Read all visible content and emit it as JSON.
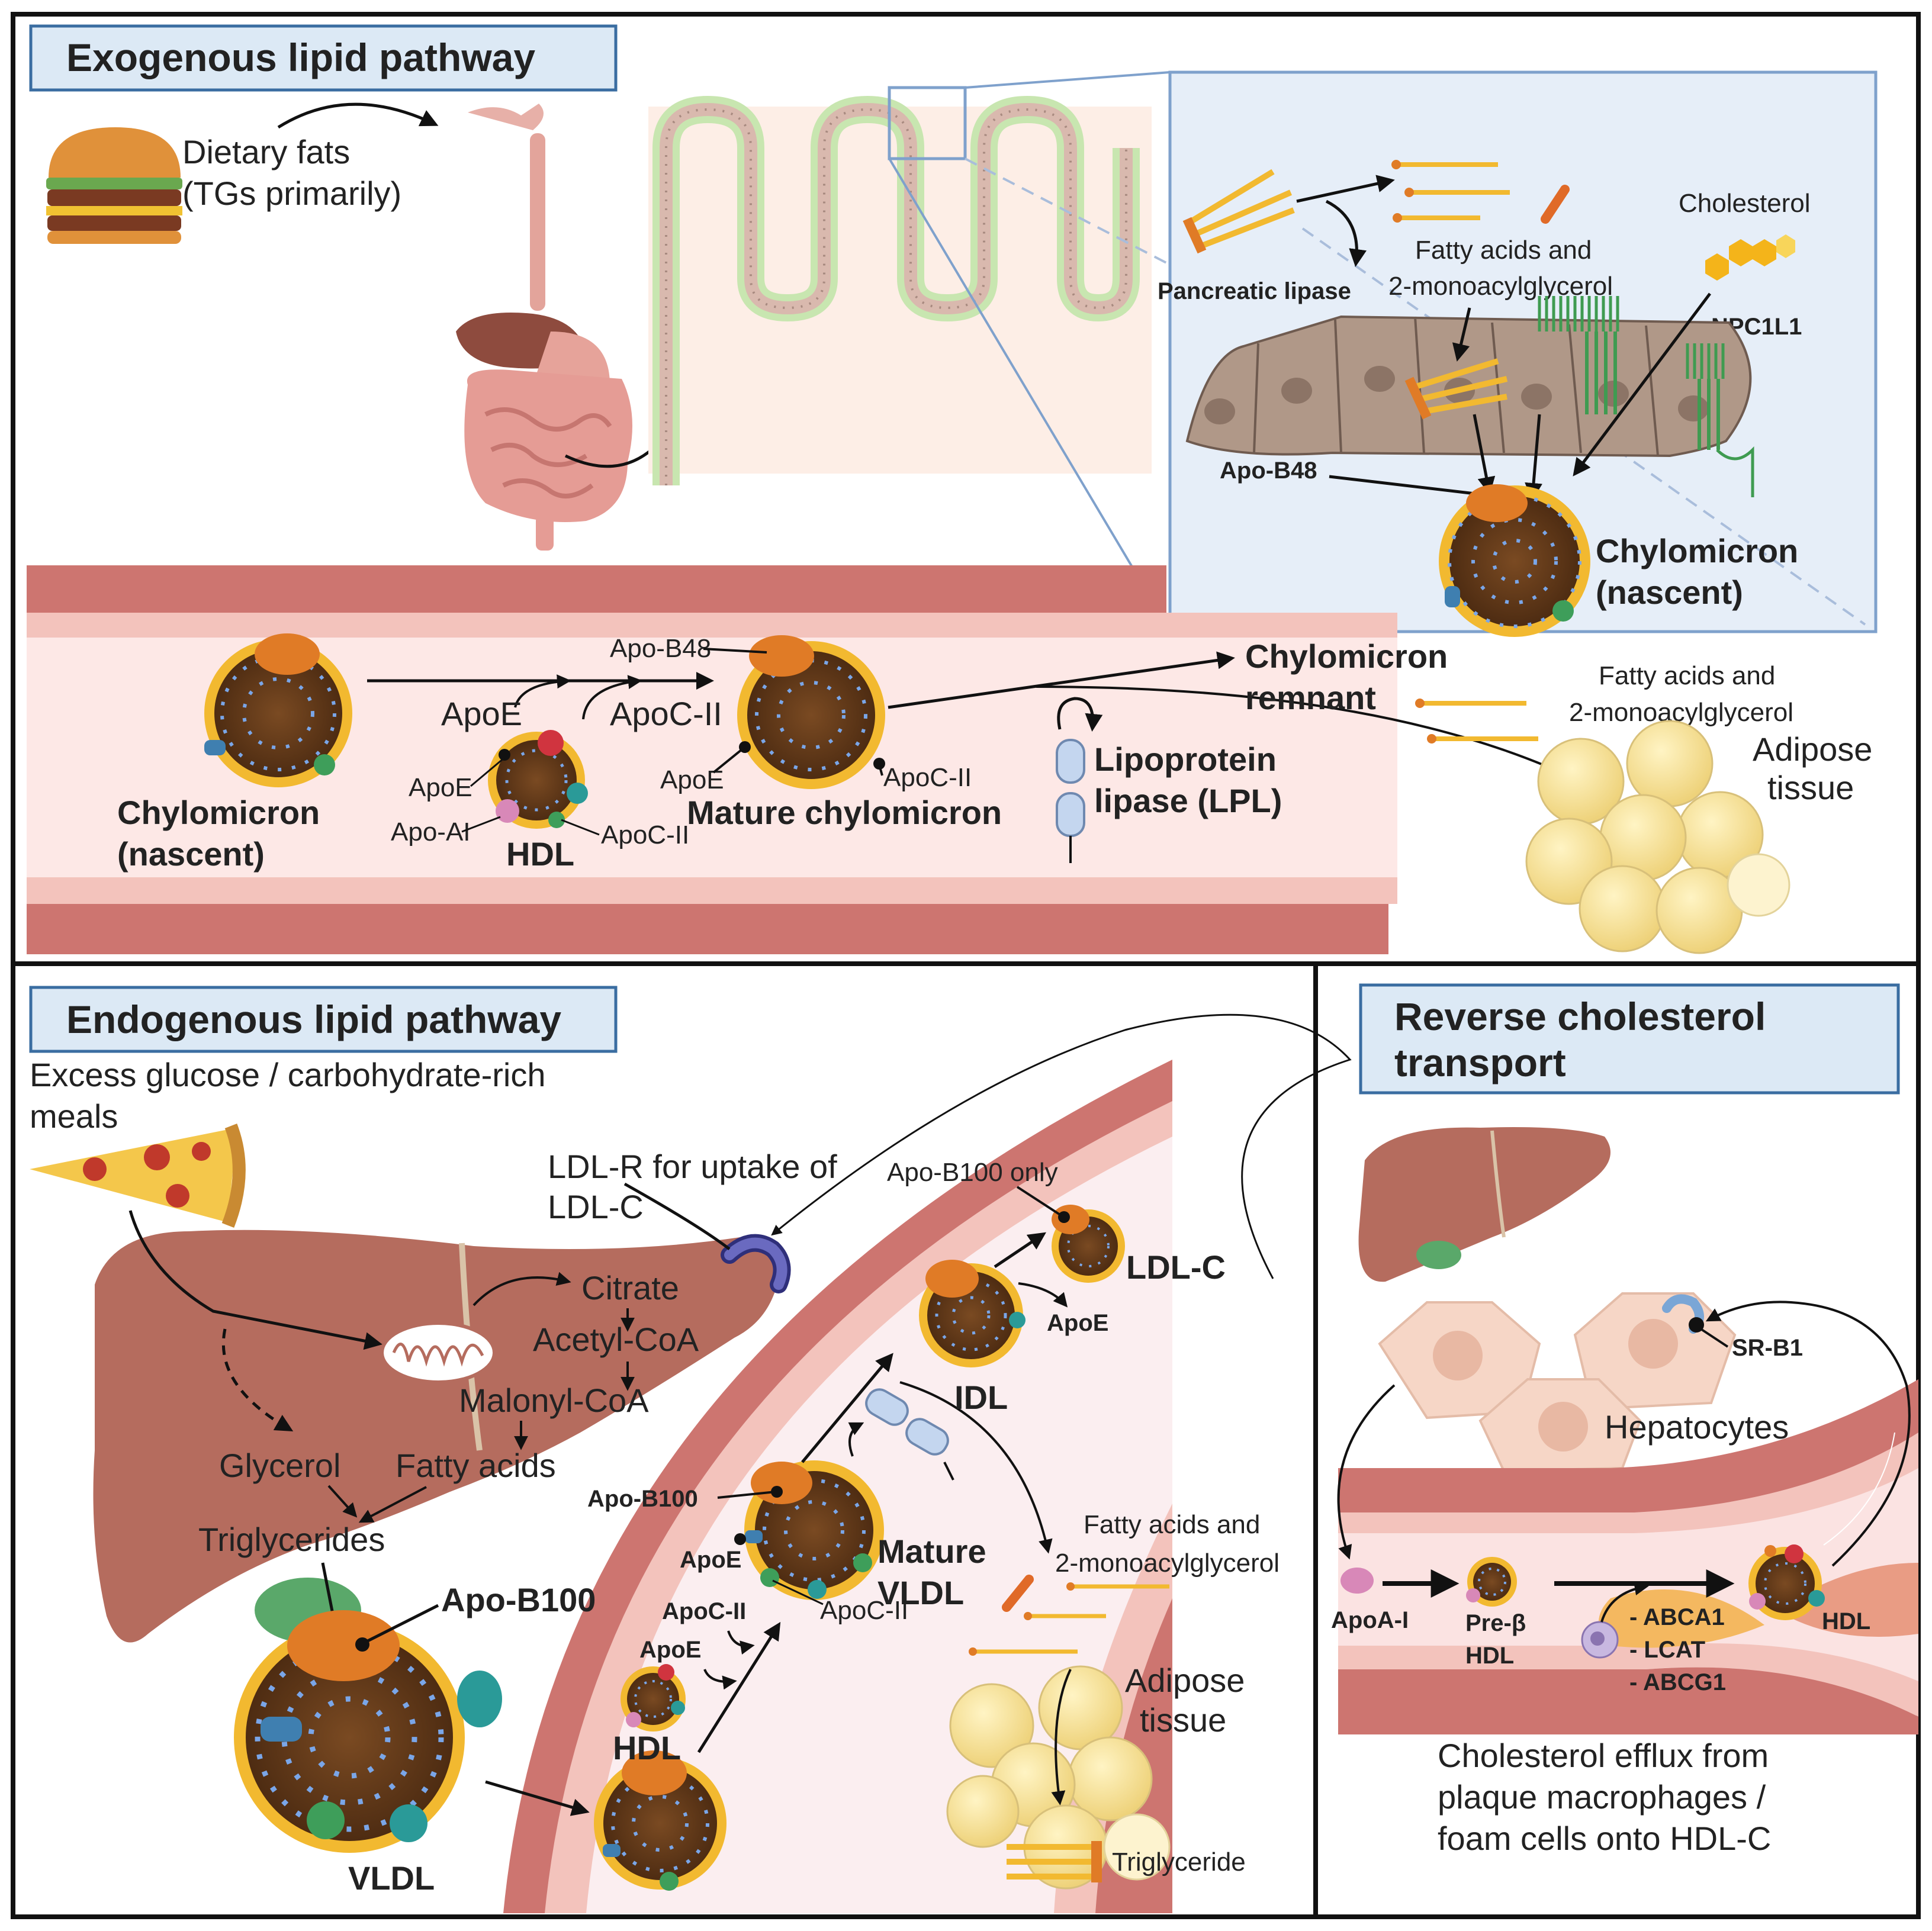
{
  "panels": {
    "exogenous": {
      "title": "Exogenous lipid pathway",
      "dietary_fats": [
        "Dietary fats",
        "(TGs primarily)"
      ],
      "inset": {
        "pancreatic_lipase": "Pancreatic lipase",
        "fatty_acids": [
          "Fatty acids and",
          "2-monoacylglycerol"
        ],
        "cholesterol": "Cholesterol",
        "npc1l1": "NPC1L1",
        "apo_b48": "Apo-B48",
        "chylomicron_nascent": [
          "Chylomicron",
          "(nascent)"
        ]
      },
      "vessel": {
        "chylomicron_nascent": [
          "Chylomicron",
          "(nascent)"
        ],
        "apoe_arrow": "ApoE",
        "apoc2_arrow": "ApoC-II",
        "hdl": "HDL",
        "hdl_apoe": "ApoE",
        "hdl_apoai": "Apo-AI",
        "hdl_apoc2": "ApoC-II",
        "apo_b48": "Apo-B48",
        "mature_apoe": "ApoE",
        "mature_apoc2": "ApoC-II",
        "mature_chylomicron": "Mature chylomicron",
        "remnant": [
          "Chylomicron",
          "remnant"
        ],
        "lpl": [
          "Lipoprotein",
          "lipase (LPL)"
        ],
        "fatty_acids": [
          "Fatty acids and",
          "2-monoacylglycerol"
        ],
        "adipose": [
          "Adipose",
          "tissue"
        ]
      }
    },
    "endogenous": {
      "title": "Endogenous lipid pathway",
      "excess": [
        "Excess glucose / carbohydrate-rich",
        "meals"
      ],
      "ldlr": [
        "LDL-R for uptake of",
        "LDL-C"
      ],
      "citrate": "Citrate",
      "acetyl": "Acetyl-CoA",
      "malonyl": "Malonyl-CoA",
      "glycerol": "Glycerol",
      "fatty_acids": "Fatty acids",
      "triglycerides": "Triglycerides",
      "apo_b100_big": "Apo-B100",
      "vldl": "VLDL",
      "apo_b100_only": "Apo-B100 only",
      "ldlc": "LDL-C",
      "apoe_idl": "ApoE",
      "idl": "IDL",
      "apo_b100": "Apo-B100",
      "apoe_mature": "ApoE",
      "mature_vldl": [
        "Mature",
        "VLDL"
      ],
      "apoc2_a": "ApoC-II",
      "apoc2_b": "ApoC-II",
      "apoe_arrow": "ApoE",
      "hdl": "HDL",
      "fatty_acids2": [
        "Fatty acids and",
        "2-monoacylglycerol"
      ],
      "adipose": [
        "Adipose",
        "tissue"
      ],
      "triglyceride": "Triglyceride"
    },
    "reverse": {
      "title": [
        "Reverse cholesterol",
        "transport"
      ],
      "srb1": "SR-B1",
      "hepatocytes": "Hepatocytes",
      "apoa1": "ApoA-I",
      "pre_hdl": [
        "Pre-β",
        "HDL"
      ],
      "transporters": [
        "- ABCA1",
        "- LCAT",
        "- ABCG1"
      ],
      "hdl": "HDL",
      "efflux": [
        "Cholesterol efflux from",
        "plaque macrophages /",
        "foam cells onto HDL-C"
      ]
    }
  },
  "colors": {
    "title_box": "#dce9f5",
    "title_border": "#3a6da1",
    "vessel_wall": "#cd7570",
    "vessel_lumen": "#fde8e6",
    "liver": "#b56c5e",
    "lipoprotein_core": "#6b3f1c",
    "apo_b": "#e07b26",
    "fatty_acid": "#f2b930",
    "adipocyte": "#f8e49b",
    "villus": "#c8e6b0",
    "inset_bg": "#e6eef8",
    "enterocyte": "#b09888",
    "npc1l1": "#3f9b51",
    "cholesterol": "#f4b41a",
    "lpl": "#c4d6ef"
  }
}
